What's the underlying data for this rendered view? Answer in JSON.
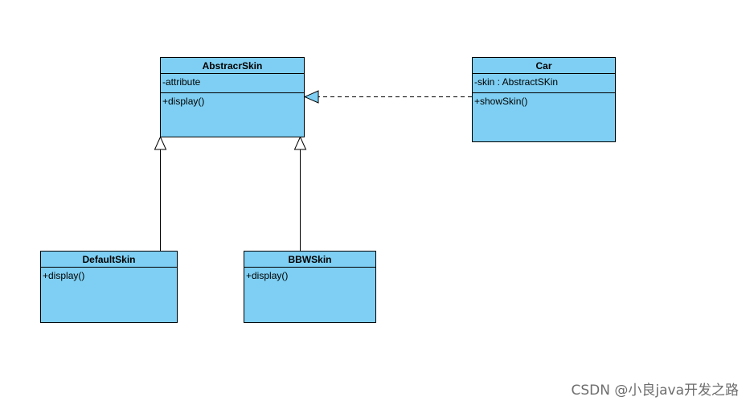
{
  "diagram": {
    "classes": {
      "abstract_skin": {
        "name": "AbstracrSkin",
        "attributes": [
          "-attribute"
        ],
        "operations": [
          "+display()"
        ]
      },
      "car": {
        "name": "Car",
        "attributes": [
          "-skin : AbstractSKin"
        ],
        "operations": [
          "+showSkin()"
        ]
      },
      "default_skin": {
        "name": "DefaultSkin",
        "operations": [
          "+display()"
        ]
      },
      "bbw_skin": {
        "name": "BBWSkin",
        "operations": [
          "+display()"
        ]
      }
    },
    "relations": [
      {
        "from": "Car",
        "to": "AbstracrSkin",
        "kind": "realization"
      },
      {
        "from": "DefaultSkin",
        "to": "AbstracrSkin",
        "kind": "generalization"
      },
      {
        "from": "BBWSkin",
        "to": "AbstracrSkin",
        "kind": "generalization"
      }
    ],
    "colors": {
      "class_fill": "#7ecff3",
      "line": "#000000",
      "watermark": "#6e6e6e"
    }
  },
  "watermark": {
    "text": "CSDN @小良java开发之路"
  }
}
